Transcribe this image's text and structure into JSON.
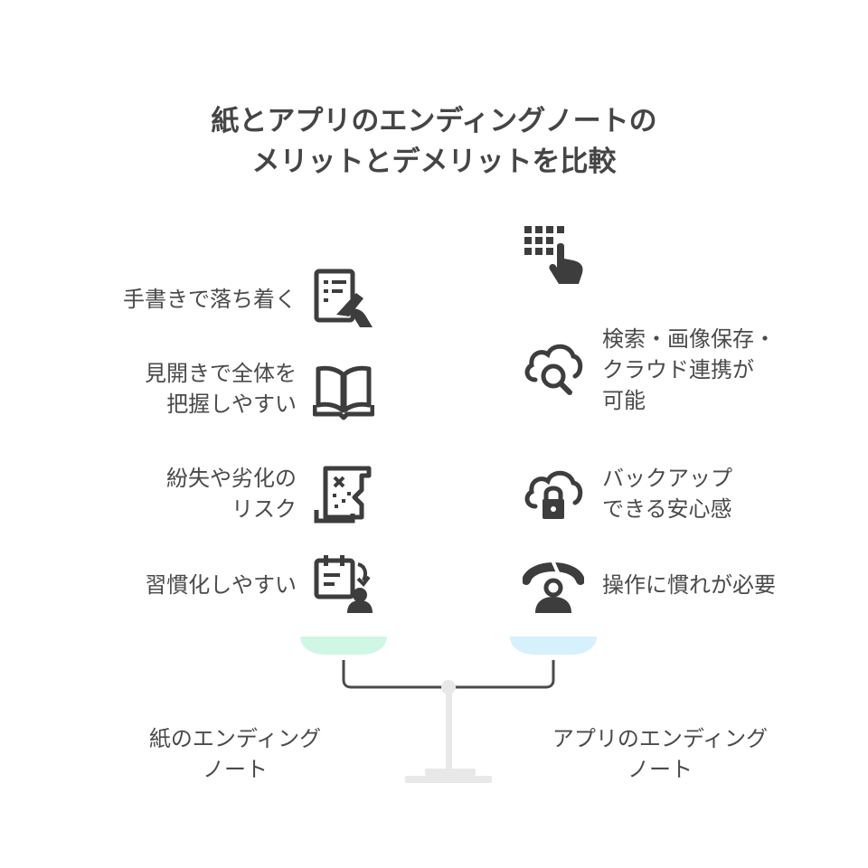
{
  "title": {
    "line1": "紙とアプリのエンディングノートの",
    "line2": "メリットとデメリットを比較"
  },
  "left": {
    "name_line1": "紙のエンディング",
    "name_line2": "ノート",
    "pan_color": "#cff7e4",
    "items": [
      {
        "line1": "手書きで落ち着く",
        "line2": "",
        "icon": "handwriting-document-icon"
      },
      {
        "line1": "見開きで全体を",
        "line2": "把握しやすい",
        "icon": "open-book-icon"
      },
      {
        "line1": "紛失や劣化の",
        "line2": "リスク",
        "icon": "damaged-scroll-icon"
      },
      {
        "line1": "習慣化しやすい",
        "line2": "",
        "icon": "calendar-habit-icon"
      }
    ]
  },
  "right": {
    "name_line1": "アプリのエンディング",
    "name_line2": "ノート",
    "pan_color": "#d6f0fc",
    "items": [
      {
        "line1": "",
        "line2": "",
        "line3": "",
        "icon": "touch-keypad-icon"
      },
      {
        "line1": "検索・画像保存・",
        "line2": "クラウド連携が",
        "line3": "可能",
        "icon": "cloud-search-icon"
      },
      {
        "line1": "バックアップ",
        "line2": "できる安心感",
        "line3": "",
        "icon": "cloud-lock-icon"
      },
      {
        "line1": "操作に慣れが必要",
        "line2": "",
        "line3": "",
        "icon": "learning-curve-gauge-icon"
      }
    ]
  },
  "colors": {
    "icon": "#3d3d3d",
    "scale": "#e8e8e8",
    "beam": "#4a4a4a"
  }
}
